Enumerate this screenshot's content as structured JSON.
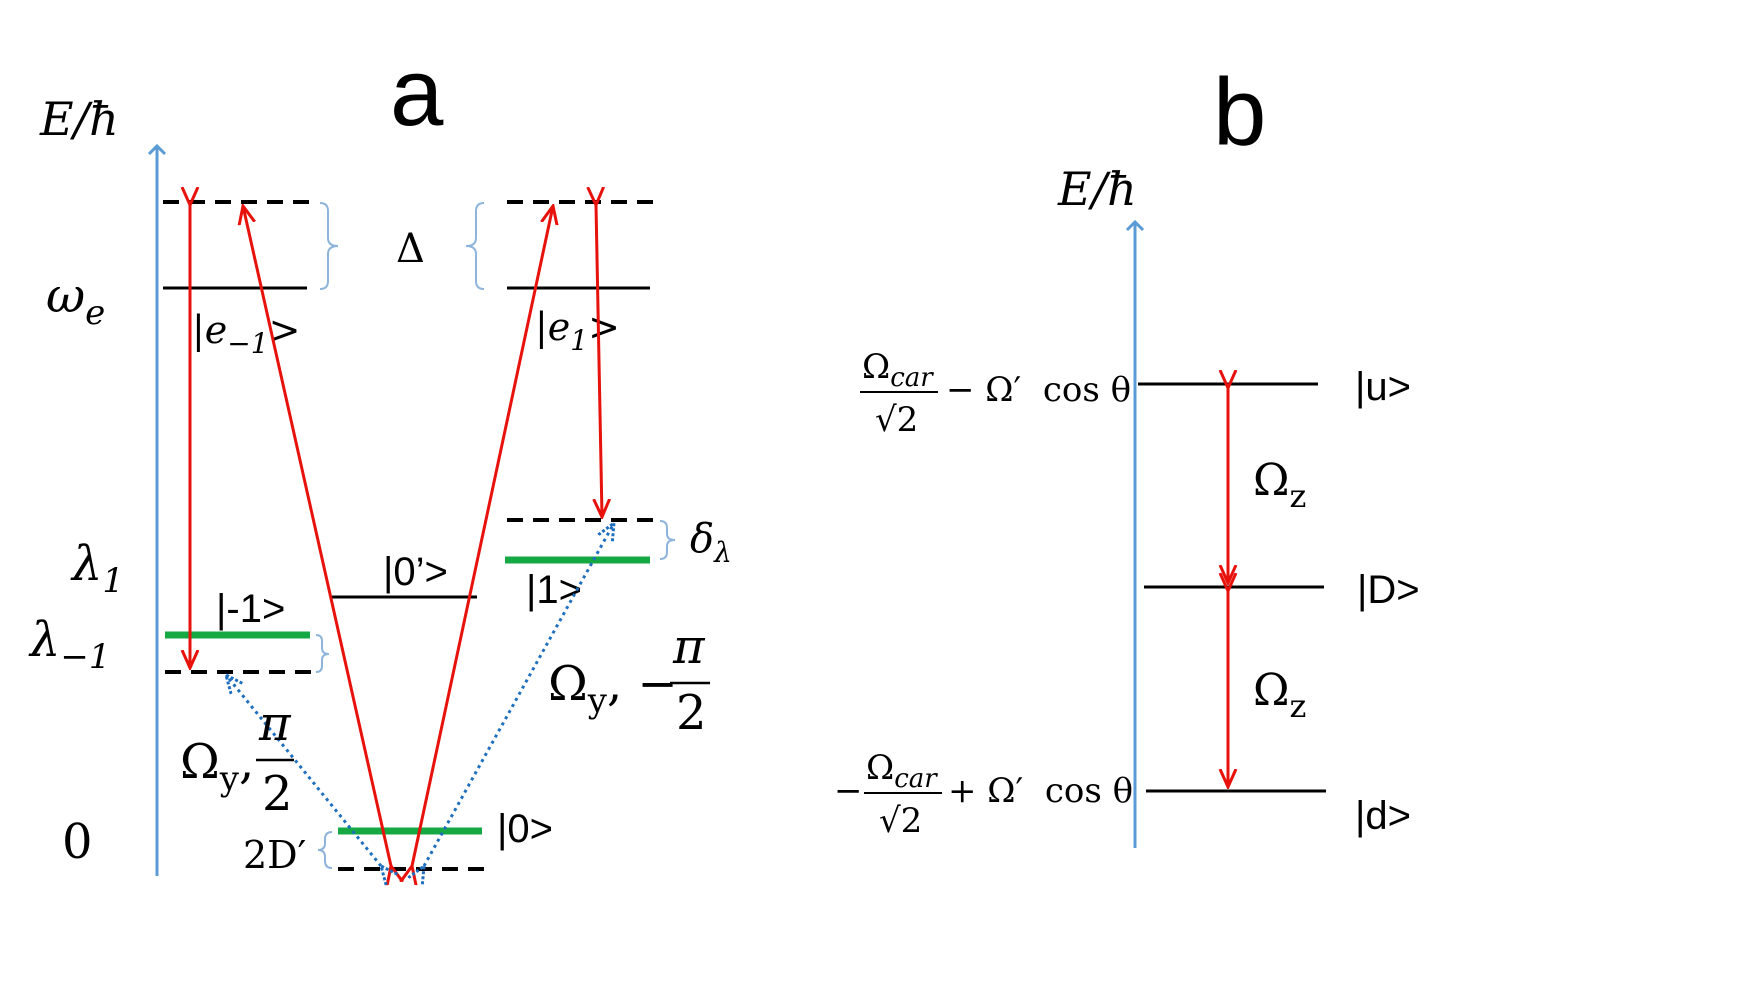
{
  "panel_a": {
    "label": "a",
    "axis_label": "E/ħ",
    "omega_e": "ω",
    "omega_e_sub": "e",
    "lambda1": "λ",
    "lambda1_sub": "1",
    "lambda_m1": "λ",
    "lambda_m1_sub": "−1",
    "zero": "0",
    "delta": "Δ",
    "delta_lambda": "δ",
    "delta_lambda_sub": "λ",
    "two_d": "2D′",
    "ket_em1_a": "|e",
    "ket_em1_sub": "−1",
    "ket_em1_b": ">",
    "ket_e1_a": "|e",
    "ket_e1_sub": "1",
    "ket_e1_b": ">",
    "ket_0p": "|0’>",
    "ket_1": "|1>",
    "ket_m1": "|-1>",
    "ket_0": "|0>",
    "omega_y": "Ω",
    "omega_y_sub": "y",
    "left_pulse_sign": ",",
    "right_pulse_sign": ", −",
    "pi": "π",
    "two": "2"
  },
  "panel_b": {
    "label": "b",
    "axis_label": "E/ħ",
    "ket_u": "|u>",
    "ket_D": "|D>",
    "ket_d": "|d>",
    "omega_z": "Ω",
    "omega_z_sub": "z",
    "upper_energy": {
      "num": "Ω",
      "num_sub": "car",
      "den": "√2",
      "rest": "− Ω′  cos θ"
    },
    "lower_energy": {
      "prefix": "−",
      "num": "Ω",
      "num_sub": "car",
      "den": "√2",
      "rest": "+ Ω′  cos θ"
    }
  },
  "colors": {
    "axis": "#5b9bd5",
    "transition": "#e8120c",
    "dotted": "#1f6fbf",
    "green_level": "#16a843",
    "bracket": "#8fb4dc",
    "level": "#000000"
  }
}
